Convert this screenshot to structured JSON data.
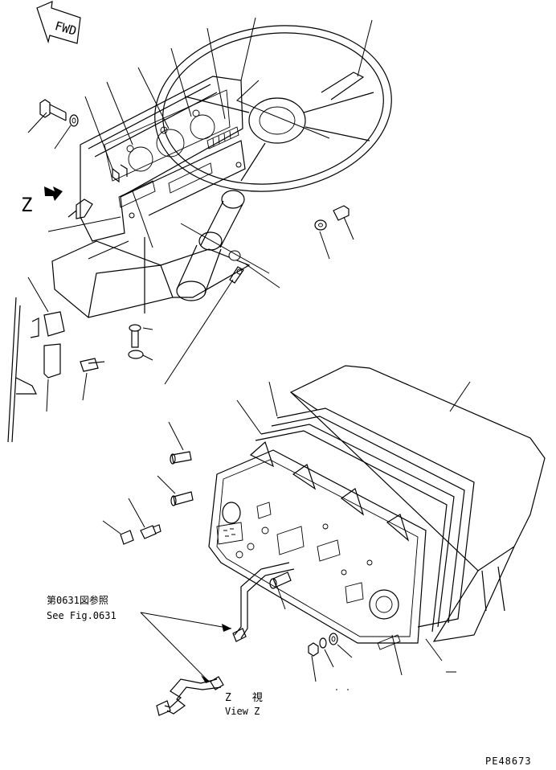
{
  "labels": {
    "fwd": "FWD",
    "z_marker": "Z",
    "ref_jp": "第0631図参照",
    "ref_en": "See Fig.0631",
    "view_jp": "Z　　視",
    "view_en": "View Z",
    "part_code": "PE48673"
  }
}
